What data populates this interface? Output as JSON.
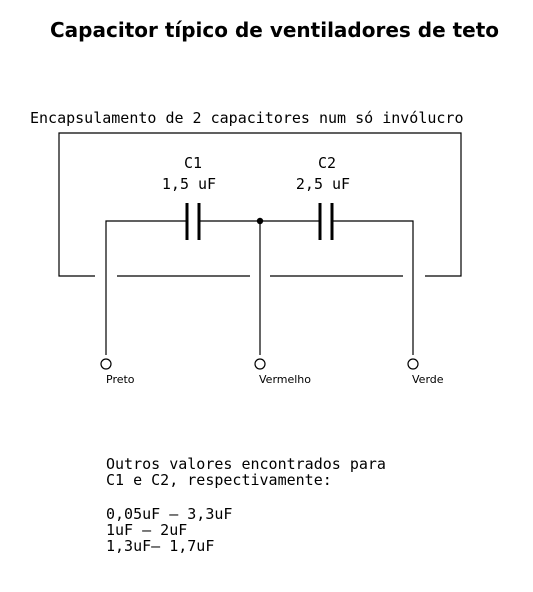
{
  "title": "Capacitor típico de ventiladores de teto",
  "enclosure_label": "Encapsulamento de 2 capacitores num só invólucro",
  "capacitors": [
    {
      "name": "C1",
      "value": "1,5 uF"
    },
    {
      "name": "C2",
      "value": "2,5 uF"
    }
  ],
  "terminals": [
    {
      "label": "Preto"
    },
    {
      "label": "Vermelho"
    },
    {
      "label": "Verde"
    }
  ],
  "notes": {
    "intro_line1": "Outros valores encontrados para",
    "intro_line2": "C1 e C2, respectivamente:",
    "values": [
      "0,05uF – 3,3uF",
      "1uF – 2uF",
      "1,3uF– 1,7uF"
    ]
  }
}
